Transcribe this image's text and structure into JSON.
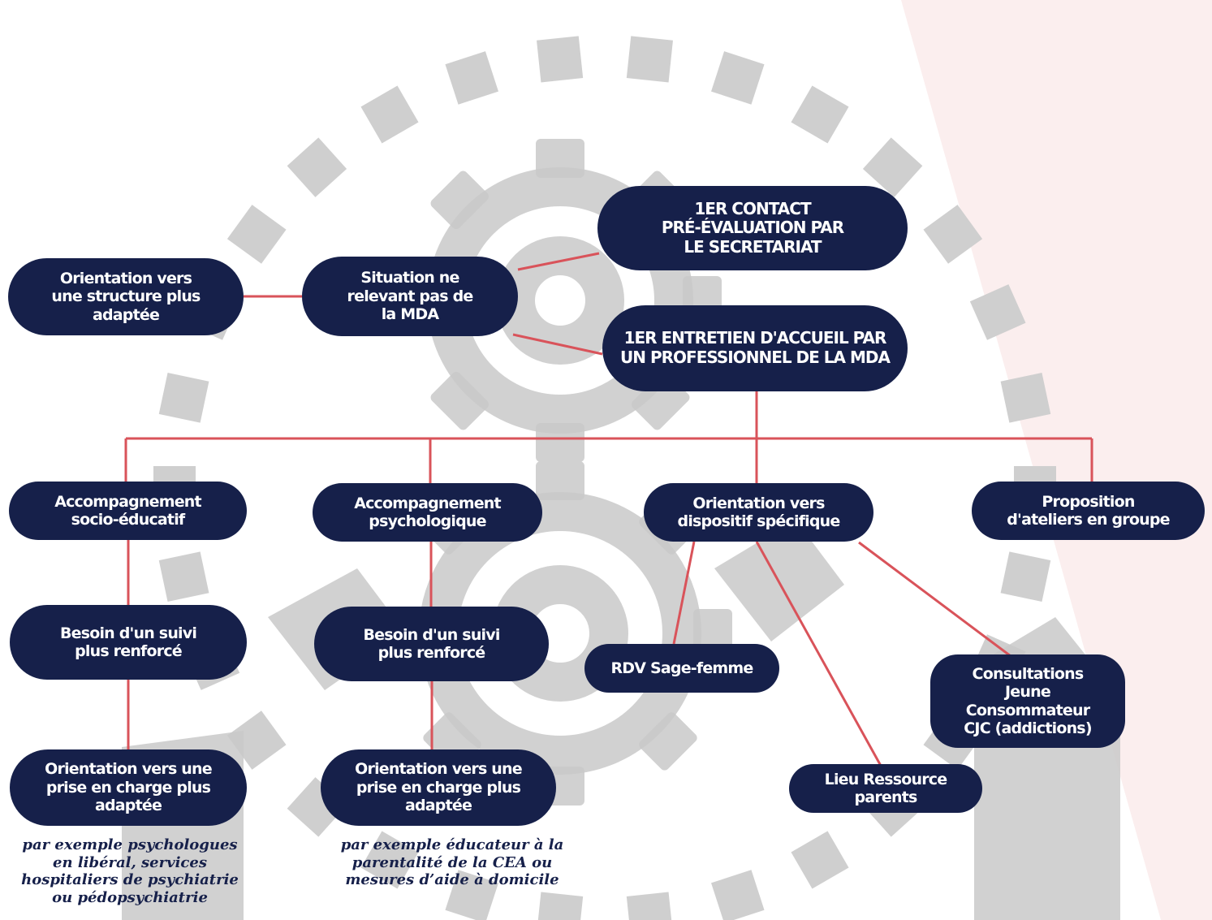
{
  "colors": {
    "node_fill": "#16204a",
    "node_text": "#ffffff",
    "connector": "#d9535a",
    "gear_gray": "#c9c9c9",
    "corner_tint": "#fbeeee"
  },
  "nodes": {
    "first_contact": "1ER CONTACT\nPRÉ-ÉVALUATION PAR\nLE SECRETARIAT",
    "situation_not_mda": "Situation ne\nrelevant pas de\nla MDA",
    "orientation_structure": "Orientation vers\nune structure plus\nadaptée",
    "first_interview": "1ER ENTRETIEN D'ACCUEIL PAR\nUN PROFESSIONNEL DE LA MDA",
    "socio_educational": "Accompagnement\nsocio-éducatif",
    "psychological": "Accompagnement\npsychologique",
    "specific_device": "Orientation vers\ndispositif spécifique",
    "group_workshops": "Proposition\nd'ateliers en groupe",
    "reinforced_followup_1": "Besoin d'un suivi\nplus renforcé",
    "reinforced_followup_2": "Besoin d'un suivi\nplus renforcé",
    "adapted_care_1": "Orientation vers une\nprise en charge plus\nadaptée",
    "adapted_care_2": "Orientation vers une\nprise en charge plus\nadaptée",
    "midwife": "RDV Sage-femme",
    "resource_place": "Lieu Ressource\nparents",
    "cjc": "Consultations\nJeune\nConsommateur\nCJC (addictions)"
  },
  "notes": {
    "example_1": "par exemple psychologues\nen libéral, services\nhospitaliers de psychiatrie\nou pédopsychiatrie",
    "example_2": "par exemple éducateur à la\nparentalité de la CEA ou\nmesures d’aide à domicile"
  }
}
